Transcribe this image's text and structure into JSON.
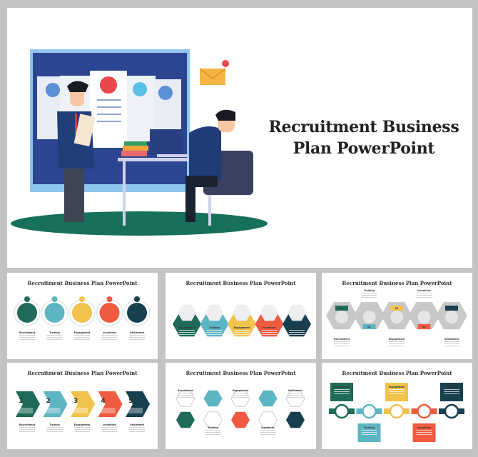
{
  "main_slide": {
    "title_line1": "Recruitment Business",
    "title_line2": "Plan PowerPoint",
    "illustration_icons": [
      "candidate-profiles-board",
      "envelope-notification-icon",
      "recruiter-figure",
      "candidate-at-laptop"
    ],
    "notification_count": "1"
  },
  "colors": {
    "green": "#1d6b58",
    "teal": "#5db4c3",
    "yellow": "#f1c34d",
    "red": "#ef5a40",
    "navy": "#173f4d",
    "board_blue": "#2b4591"
  },
  "thumbnails": [
    {
      "title": "Recruitment Business Plan PowerPoint",
      "style": "circles"
    },
    {
      "title": "Recruitment Business Plan PowerPoint",
      "style": "hexagon-banners"
    },
    {
      "title": "Recruitment Business Plan PowerPoint",
      "style": "gray-hexagons"
    },
    {
      "title": "Recruitment Business Plan PowerPoint",
      "style": "chevrons"
    },
    {
      "title": "Recruitment Business Plan PowerPoint",
      "style": "hexagon-zigzag"
    },
    {
      "title": "Recruitment Business Plan PowerPoint",
      "style": "ribbon-timeline"
    }
  ],
  "stages": [
    "Recruitment",
    "Training",
    "Engagement",
    "Incentives",
    "Settlement"
  ],
  "stage_numbers": [
    "1",
    "2",
    "3",
    "4",
    "5"
  ],
  "stage_codes": [
    "01",
    "02",
    "03",
    "04",
    "05"
  ]
}
